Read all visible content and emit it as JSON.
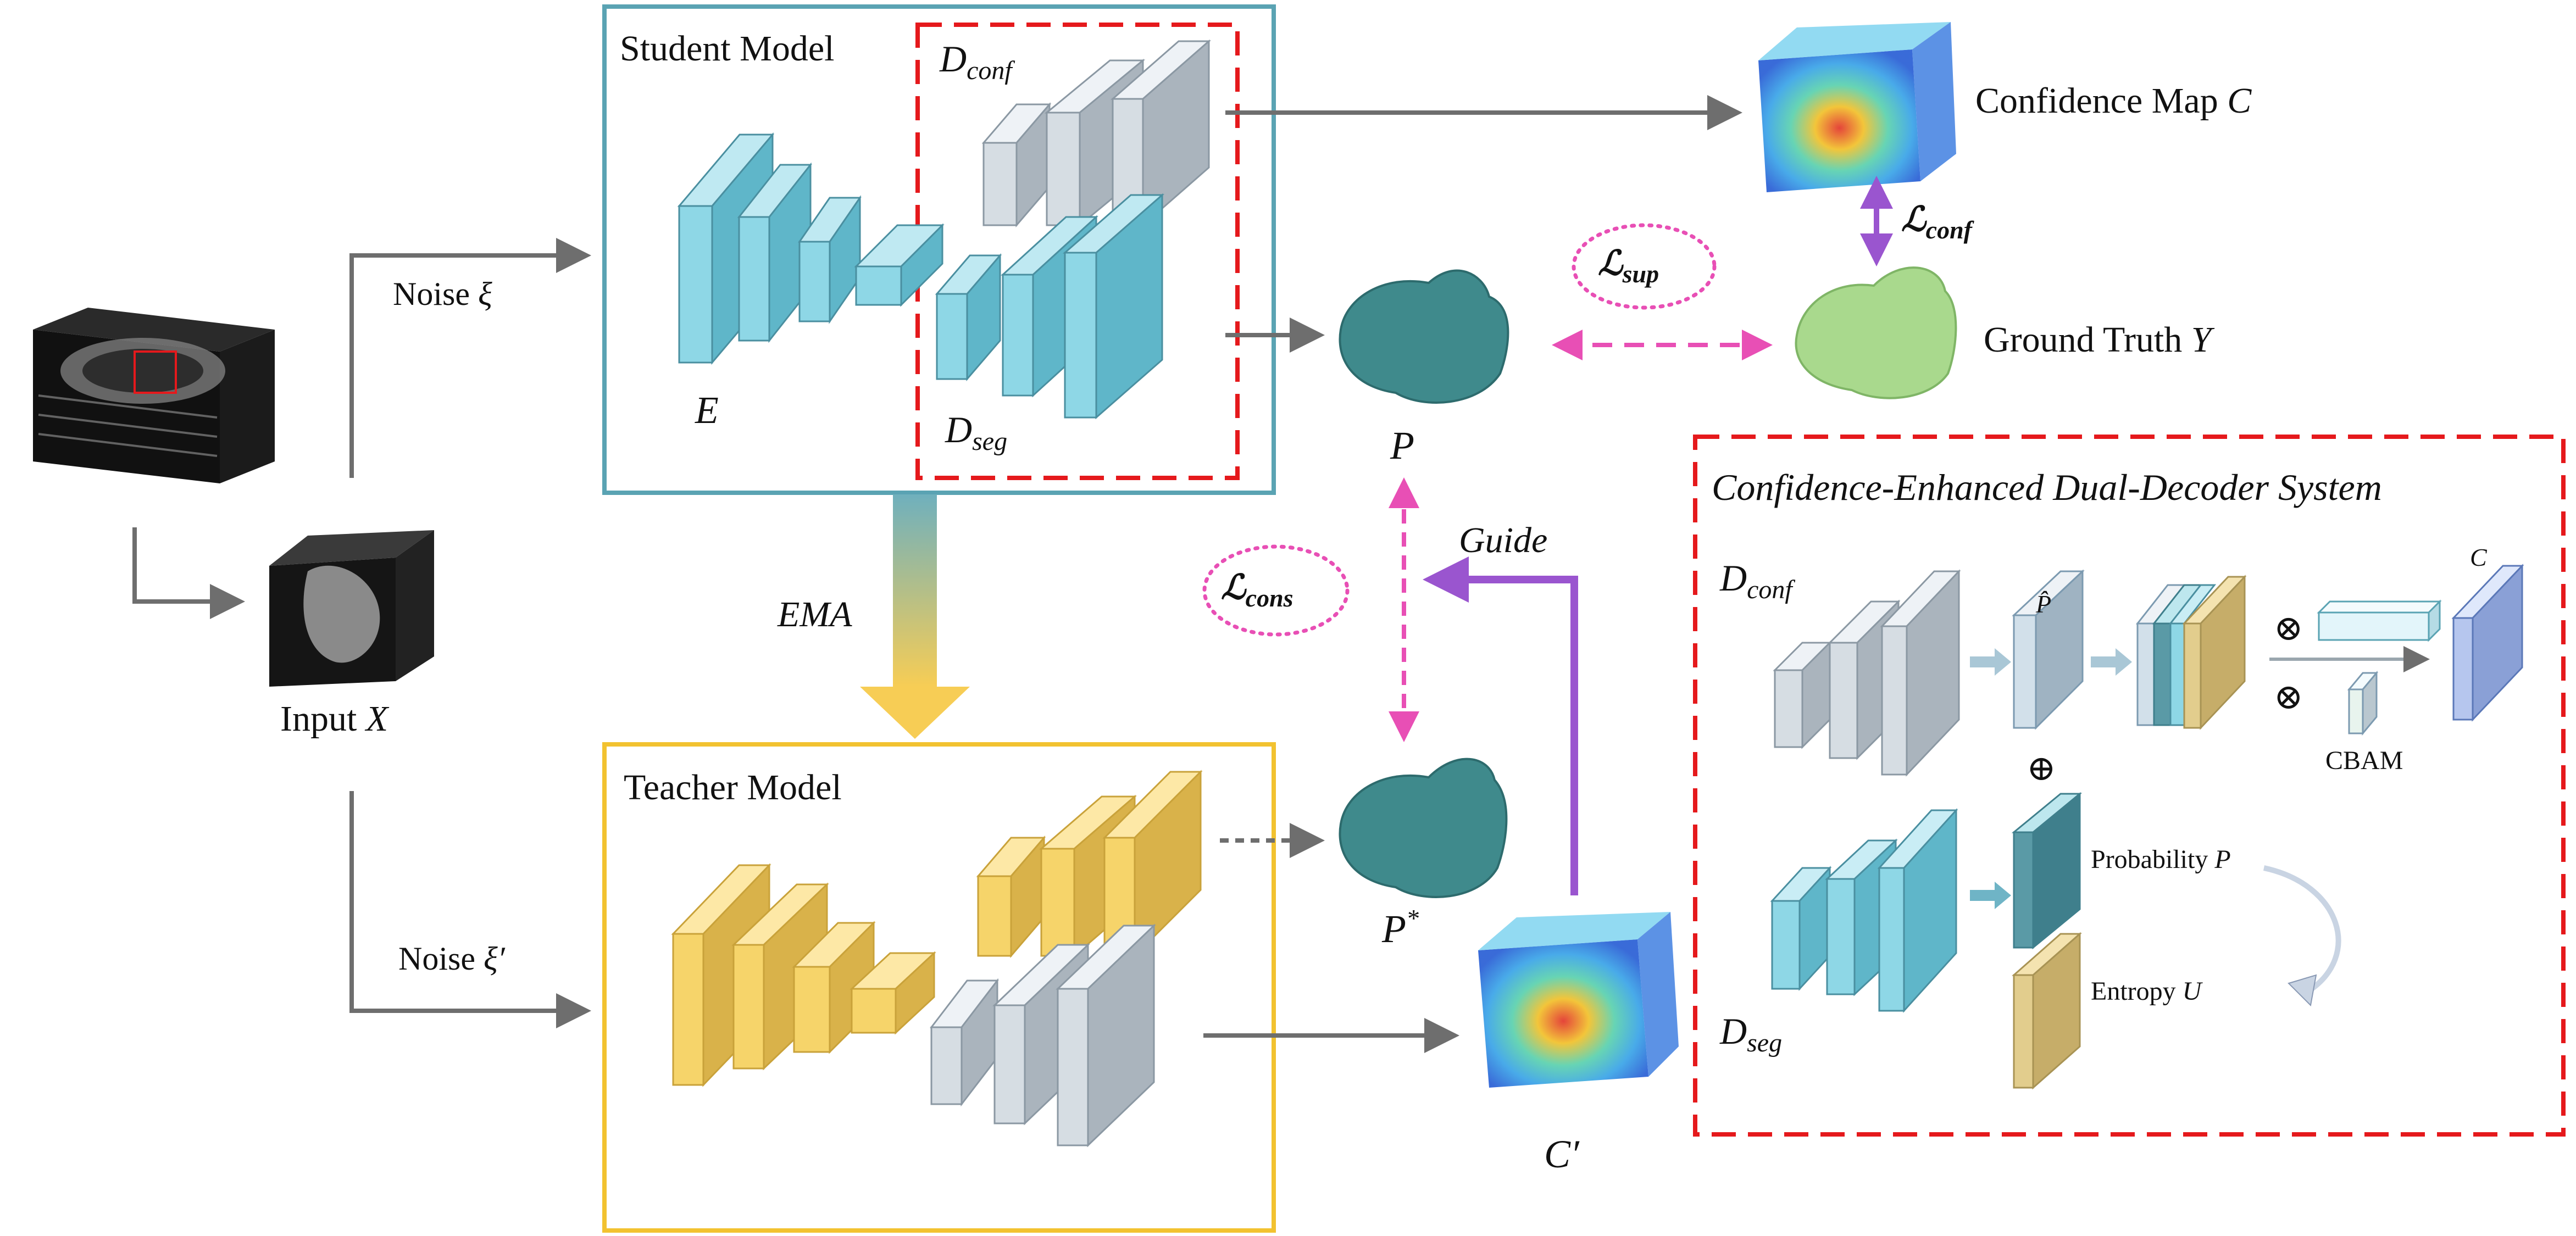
{
  "student": {
    "title": "Student Model",
    "encoder_label": "E",
    "conf_decoder": {
      "base": "D",
      "sub": "conf"
    },
    "seg_decoder": {
      "base": "D",
      "sub": "seg"
    }
  },
  "teacher": {
    "title": "Teacher Model"
  },
  "input": {
    "label": "Input X",
    "base": "Input ",
    "var": "X"
  },
  "noise_student": {
    "base": "Noise ",
    "var": "ξ"
  },
  "noise_teacher": {
    "base": "Noise ",
    "var": "ξ′"
  },
  "ema_label": "EMA",
  "guide_label": "Guide",
  "outputs": {
    "p": "P",
    "p_star": {
      "base": "P",
      "sup": "*"
    },
    "c_prime": "C′",
    "confidence_map": {
      "base": "Confidence Map ",
      "var": "C"
    },
    "ground_truth": {
      "base": "Ground Truth ",
      "var": "Y"
    }
  },
  "losses": {
    "sup": {
      "base": "ℒ",
      "sub": "sup"
    },
    "cons": {
      "base": "ℒ",
      "sub": "cons"
    },
    "conf": {
      "base": "ℒ",
      "sub": "conf"
    }
  },
  "panel": {
    "title": "Confidence-Enhanced Dual-Decoder System",
    "d_conf": {
      "base": "D",
      "sub": "conf"
    },
    "d_seg": {
      "base": "D",
      "sub": "seg"
    },
    "p_hat": "P̂",
    "c": "C",
    "otimes": "⊗",
    "oplus": "⊕",
    "cbam": "CBAM",
    "probability": {
      "base": "Probability ",
      "var": "P"
    },
    "entropy": {
      "base": "Entropy ",
      "var": "U"
    }
  },
  "colors": {
    "student_border": "#5aa3b3",
    "teacher_border": "#f2c230",
    "dashed_red": "#e5191c",
    "cyan_block": "#8ed7e6",
    "yellow_block": "#f6d46a",
    "gray_block": "#d6dde3",
    "teal_shape": "#3f8a8c",
    "green_shape": "#a9d98d",
    "loss_pink": "#e84fb5",
    "guide_purple": "#9a55cf",
    "arrow_gray": "#6e6e6e"
  }
}
